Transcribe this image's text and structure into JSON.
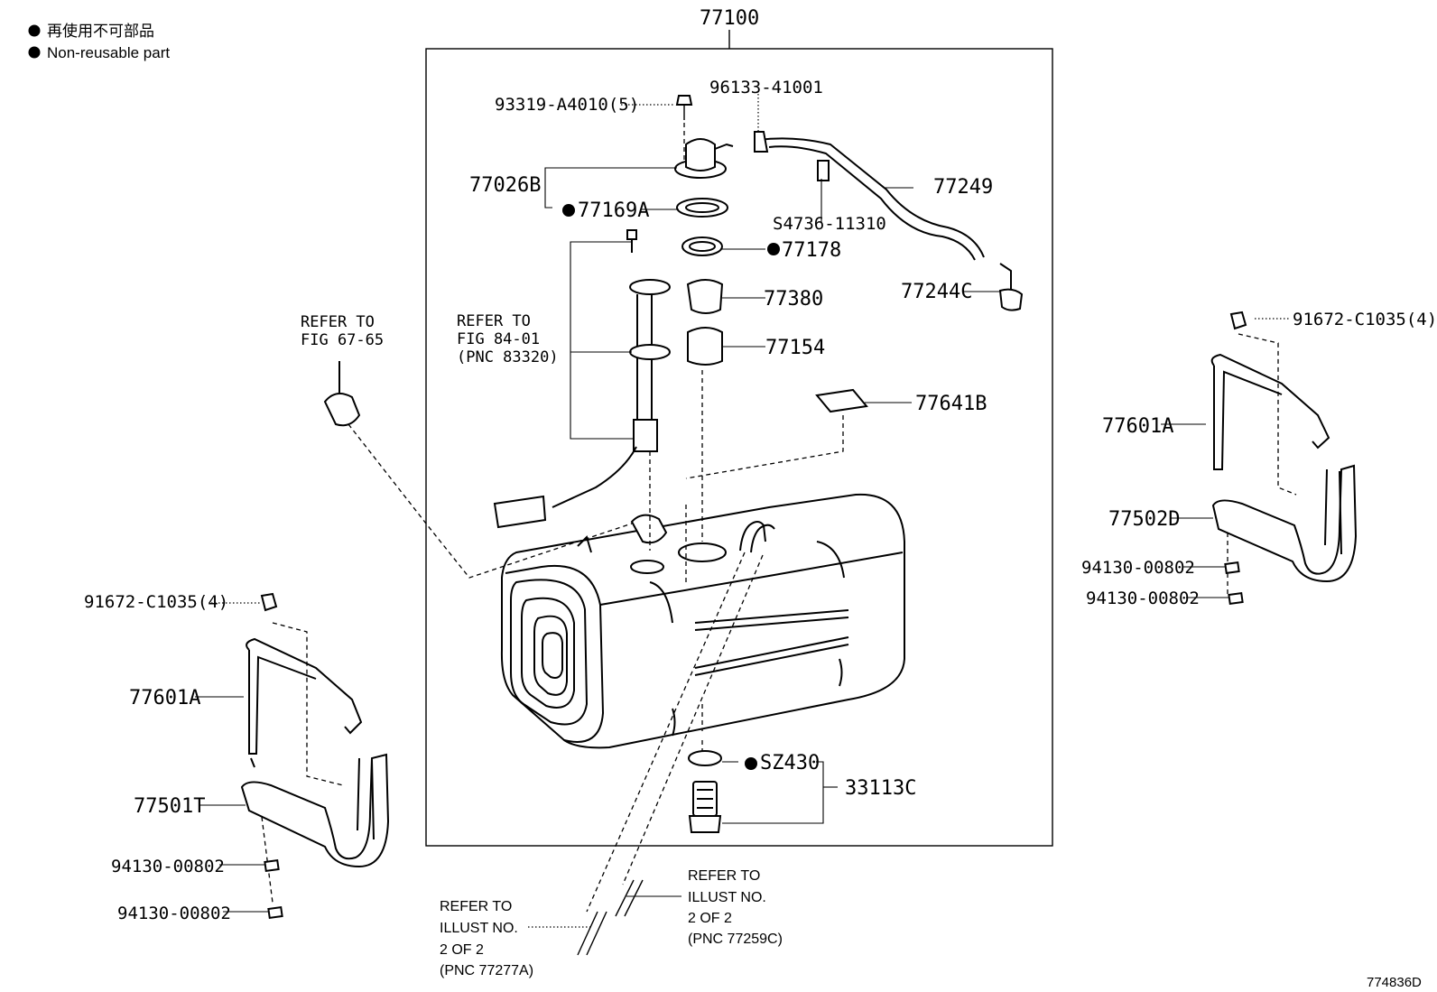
{
  "legend": {
    "line1": "再使用不可部品",
    "line2": "Non-reusable part"
  },
  "assembly_label": "77100",
  "labels": {
    "p93319": "93319-A4010(5)",
    "p96133": "96133-41001",
    "p77026B": "77026B",
    "p77169A": "77169A",
    "p77249": "77249",
    "pS4736": "S4736-11310",
    "p77178": "77178",
    "p77244C": "77244C",
    "p77380": "77380",
    "p77154": "77154",
    "p77641B": "77641B",
    "pSZ430": "SZ430",
    "p33113C": "33113C",
    "p91672L": "91672-C1035(4)",
    "p77601A_L": "77601A",
    "p77501T": "77501T",
    "p94130_L1": "94130-00802",
    "p94130_L2": "94130-00802",
    "p91672R": "91672-C1035(4)",
    "p77601A_R": "77601A",
    "p77502D": "77502D",
    "p94130_R1": "94130-00802",
    "p94130_R2": "94130-00802"
  },
  "refs": {
    "fig6765": [
      "REFER TO",
      "FIG 67-65"
    ],
    "fig8401": [
      "REFER TO",
      "FIG 84-01",
      "(PNC 83320)"
    ],
    "illust_left": [
      "REFER TO",
      "ILLUST NO.",
      "2 OF 2",
      "(PNC 77277A)"
    ],
    "illust_right": [
      "REFER TO",
      "ILLUST NO.",
      "2 OF 2",
      "(PNC 77259C)"
    ]
  },
  "illustration_code": "774836D"
}
